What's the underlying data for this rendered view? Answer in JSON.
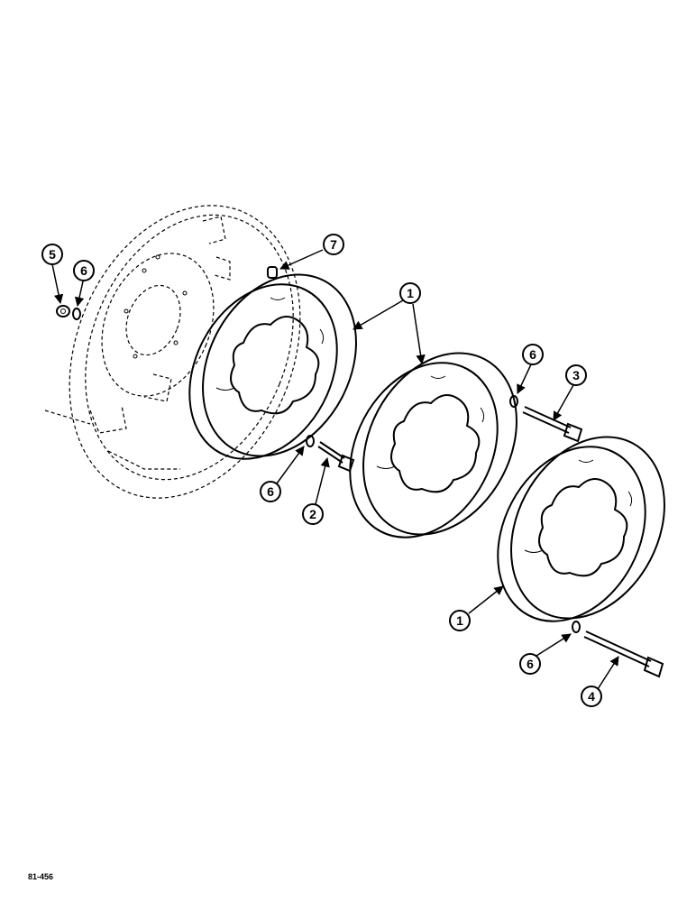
{
  "callouts": {
    "c1a": "1",
    "c1b": "1",
    "c2": "2",
    "c3": "3",
    "c4": "4",
    "c5": "5",
    "c6a": "6",
    "c6b": "6",
    "c6c": "6",
    "c6d": "6",
    "c7": "7"
  },
  "figure_ref": "81-456"
}
